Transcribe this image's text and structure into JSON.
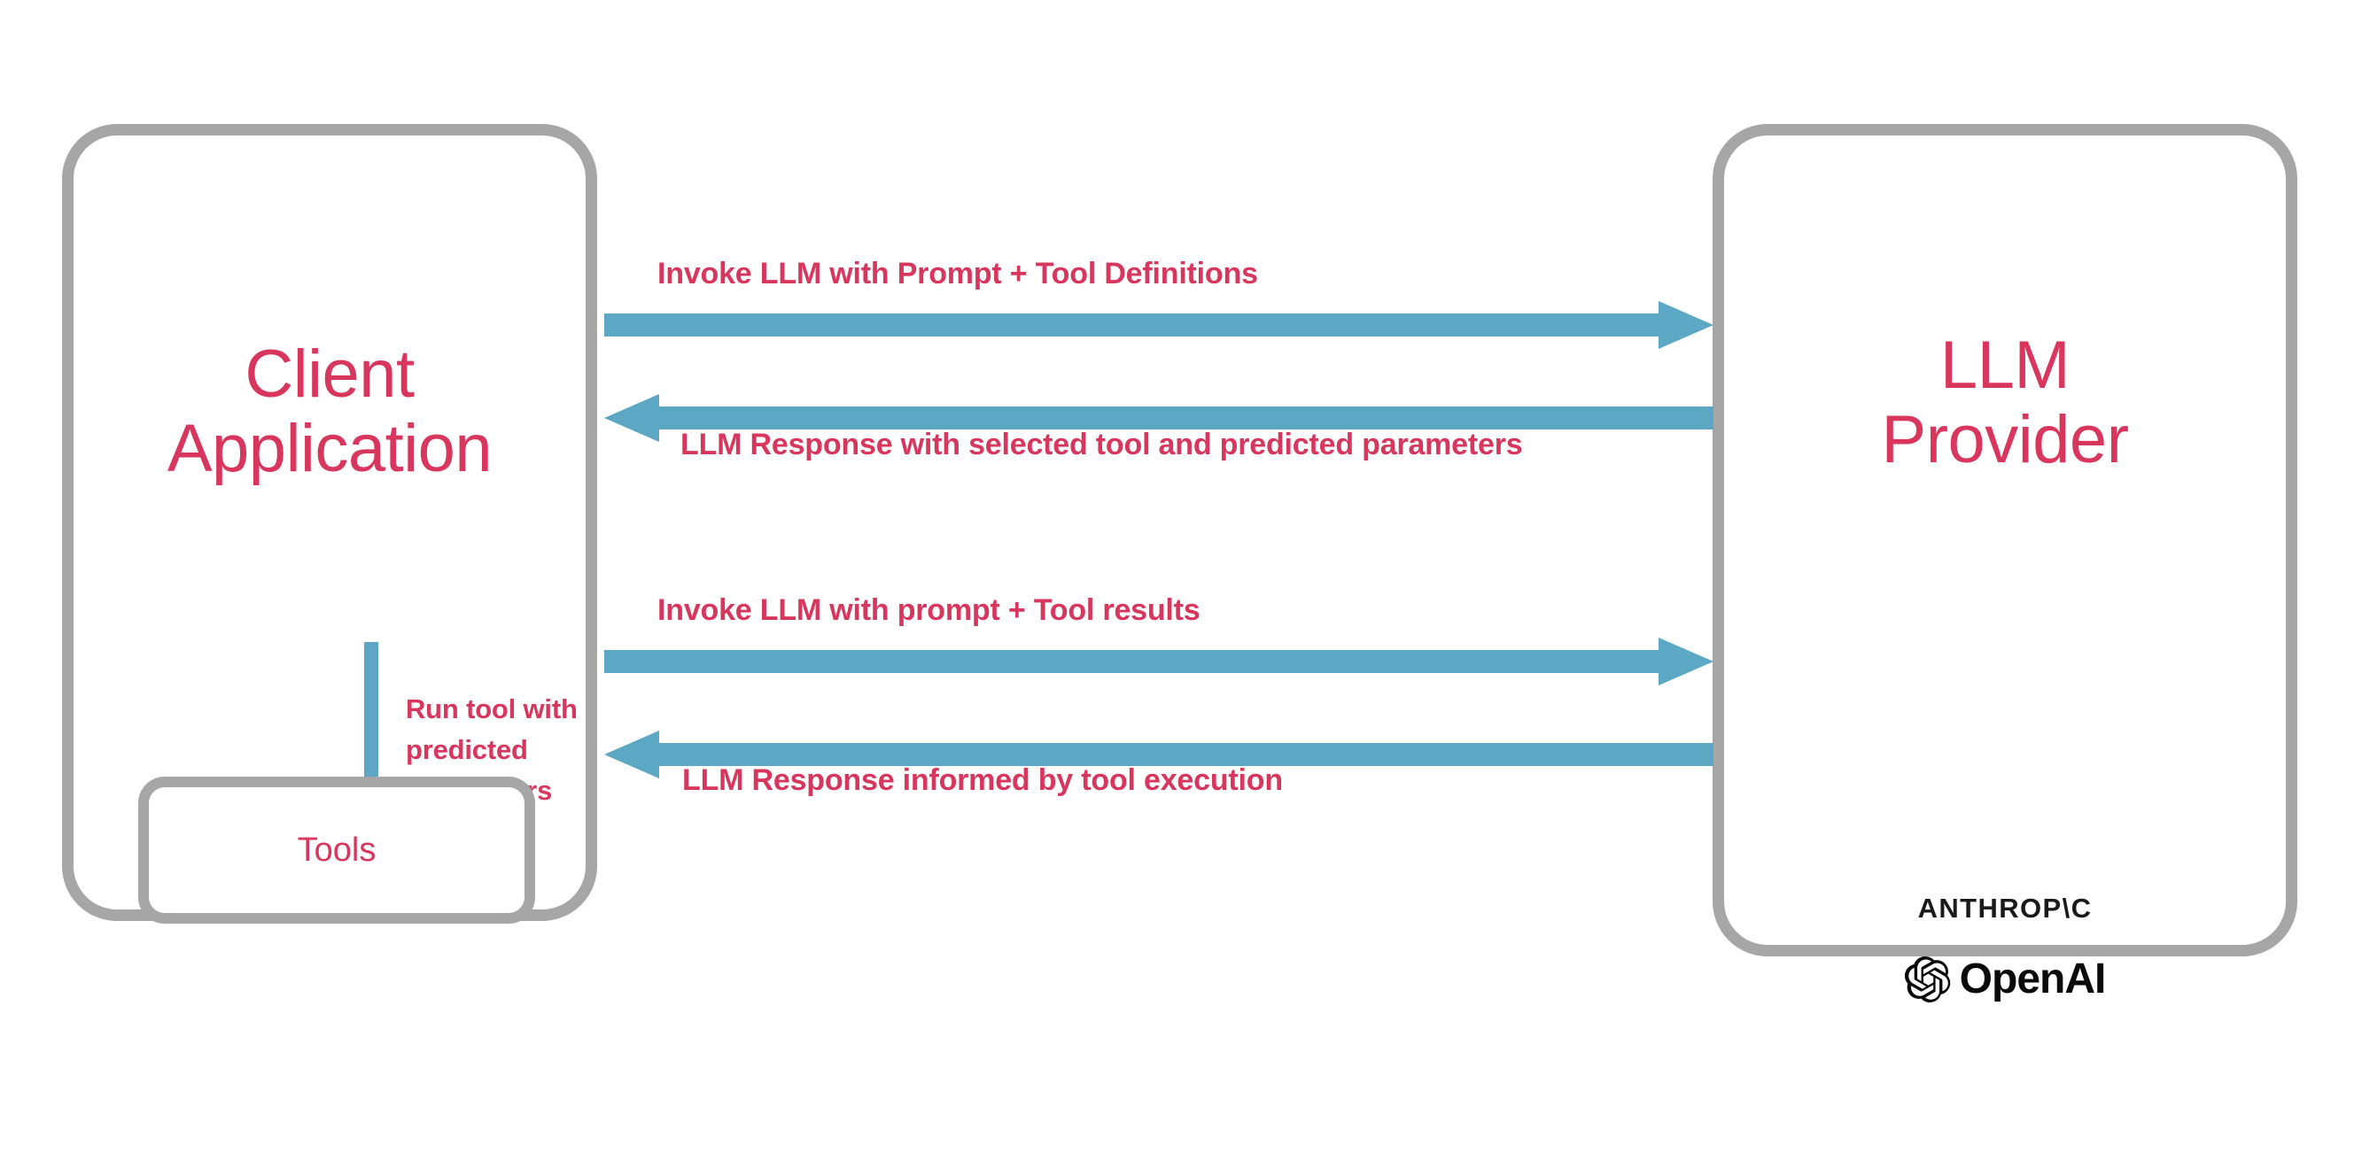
{
  "colors": {
    "accent_text": "#d9365e",
    "arrow_blue": "#5ba7c4",
    "box_border_gray": "#a6a6a6",
    "logo_black": "#1a1a1a",
    "background": "#ffffff"
  },
  "diagram": {
    "type": "sequence-flow",
    "nodes": {
      "client": {
        "title": "Client\nApplication",
        "sub_box": {
          "label": "Tools"
        },
        "internal_arrow_label": "Run tool with\npredicted\nparameters"
      },
      "provider": {
        "title": "LLM\nProvider",
        "logos": [
          {
            "name": "anthropic-logo",
            "text": "ANTHROP\\C"
          },
          {
            "name": "openai-logo",
            "text": "OpenAI"
          }
        ]
      }
    },
    "messages": [
      {
        "id": "m1",
        "direction": "right",
        "label": "Invoke LLM with Prompt + Tool Definitions"
      },
      {
        "id": "m2",
        "direction": "left",
        "label": "LLM Response with selected tool and predicted parameters"
      },
      {
        "id": "m3",
        "direction": "right",
        "label": "Invoke LLM with prompt + Tool results"
      },
      {
        "id": "m4",
        "direction": "left",
        "label": "LLM Response informed by tool execution"
      }
    ]
  }
}
